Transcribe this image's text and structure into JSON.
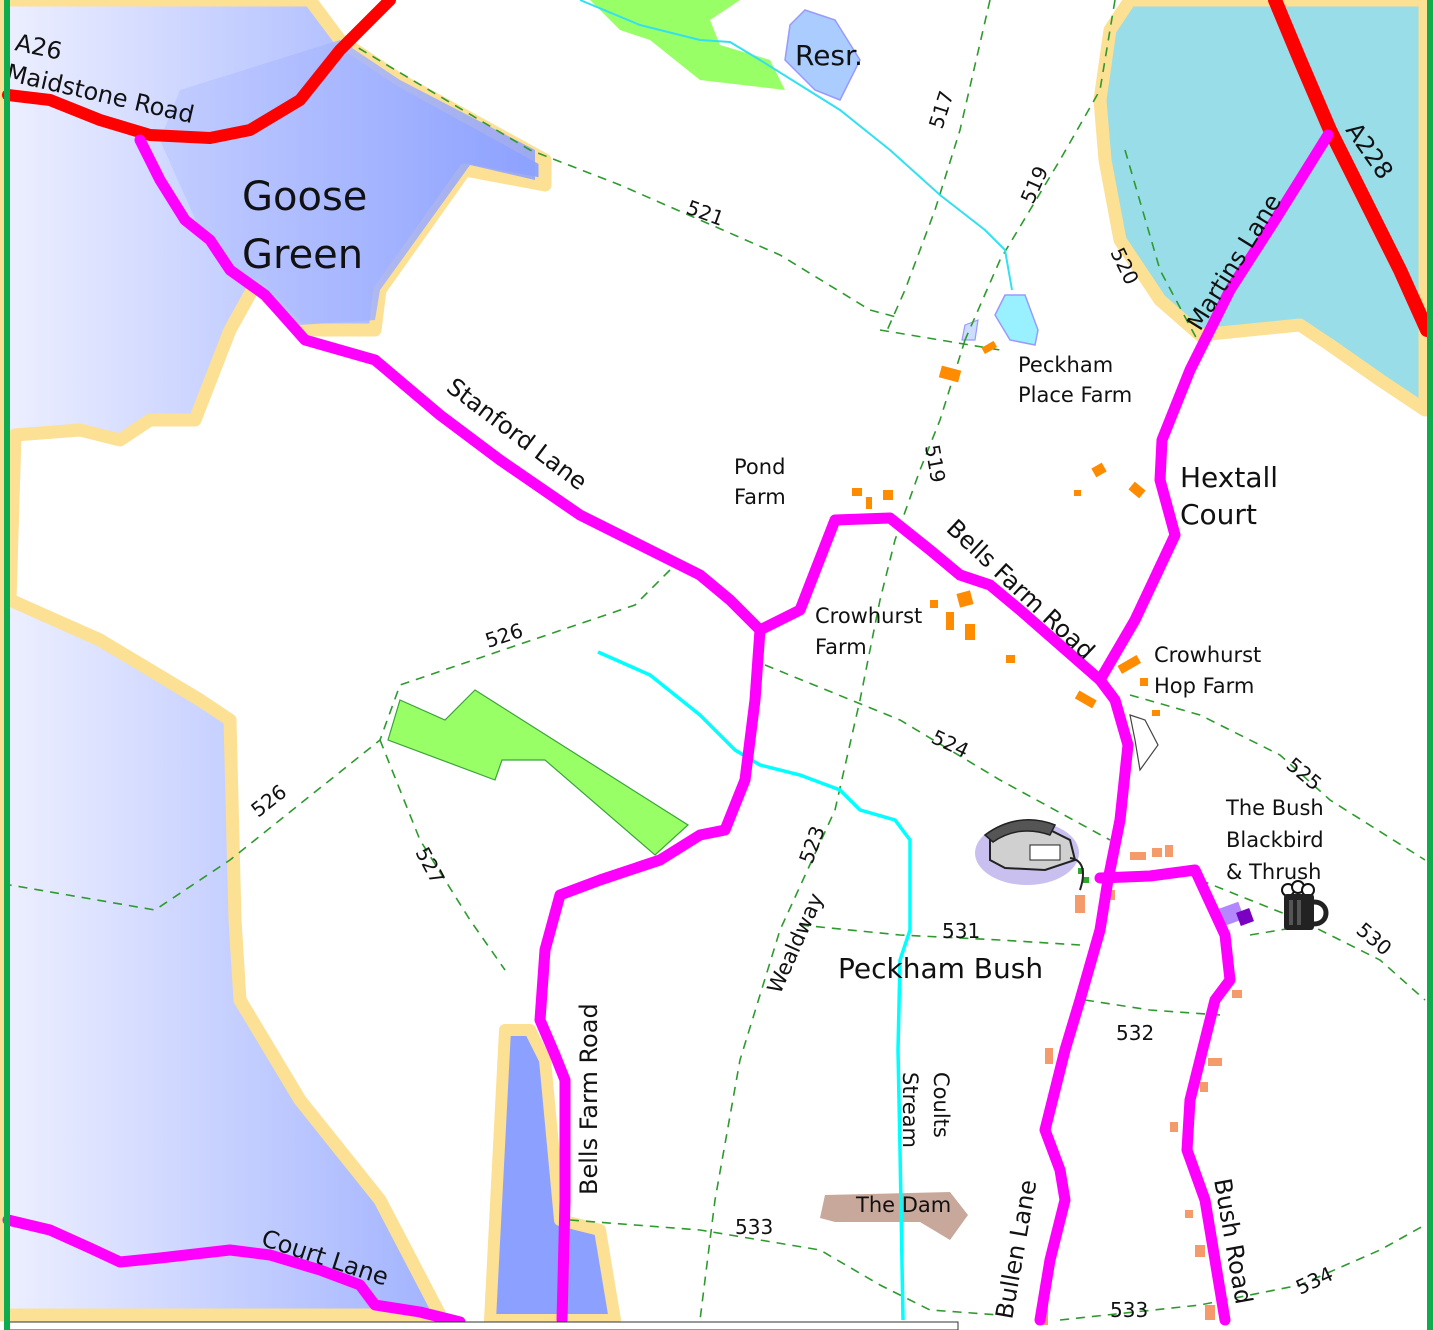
{
  "colors": {
    "frame": "#0fac4e",
    "lane": "#ff00ff",
    "a_road": "#ff0000",
    "boundary": "#fce094",
    "common_land": "#aab8ff",
    "wood": "#99ff66",
    "water": "#99dde8",
    "stream": "#00ffff",
    "footpath": "#2e9a2e",
    "building": "#ff8c00"
  },
  "roads": {
    "a26": "A26",
    "maidstone_road": "Maidstone Road",
    "a228": "A228",
    "stanford_lane": "Stanford Lane",
    "bells_farm_road_north": "Bells Farm Road",
    "bells_farm_road_south": "Bells Farm Road",
    "martins_lane": "Martins Lane",
    "court_lane": "Court Lane",
    "bullen_lane": "Bullen Lane",
    "bush_road": "Bush Road",
    "wealdway": "Wealdway"
  },
  "places": {
    "goose_green_line1": "Goose",
    "goose_green_line2": "Green",
    "resr": "Resr.",
    "peckham_place_farm_line1": "Peckham",
    "peckham_place_farm_line2": "Place Farm",
    "pond_farm_line1": "Pond",
    "pond_farm_line2": "Farm",
    "hextall_court_line1": "Hextall",
    "hextall_court_line2": "Court",
    "crowhurst_farm_line1": "Crowhurst",
    "crowhurst_farm_line2": "Farm",
    "crowhurst_hop_farm_line1": "Crowhurst",
    "crowhurst_hop_farm_line2": "Hop Farm",
    "the_bush_line1": "The Bush",
    "the_bush_line2": "Blackbird",
    "the_bush_line3": "& Thrush",
    "peckham_bush": "Peckham Bush",
    "coults_stream_line1": "Coults",
    "coults_stream_line2": "Stream",
    "the_dam": "The Dam"
  },
  "footpath_numbers": {
    "p517": "517",
    "p519_north": "519",
    "p520": "520",
    "p521": "521",
    "p519_south": "519",
    "p526_east": "526",
    "p524": "524",
    "p525": "525",
    "p526_west": "526",
    "p527": "527",
    "p523": "523",
    "p531": "531",
    "p530": "530",
    "p532": "532",
    "p533_west": "533",
    "p534": "534",
    "p533_east": "533"
  },
  "icons": {
    "telephone": "telephone-icon",
    "pub": "beer-mug-icon"
  }
}
